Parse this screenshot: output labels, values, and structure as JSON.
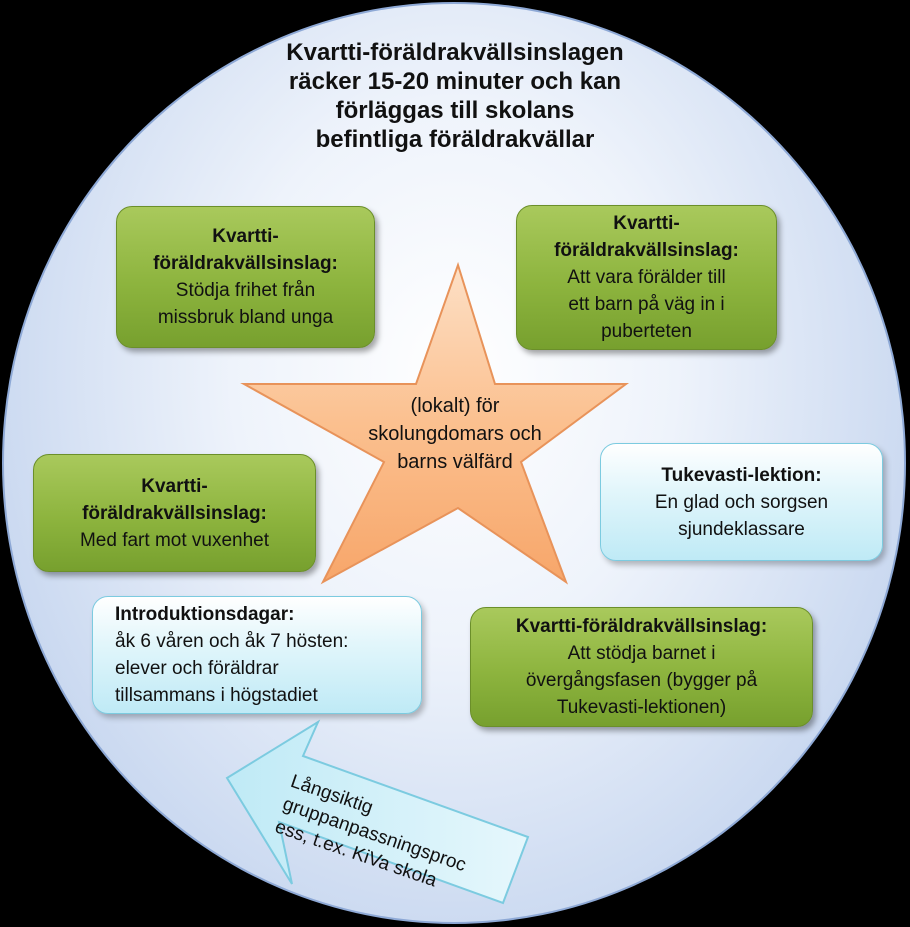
{
  "title": {
    "lines": [
      "Kvartti-föräldrakvällsinslagen",
      "räcker 15-20 minuter och kan",
      "förläggas till skolans",
      "befintliga föräldrakvällar"
    ]
  },
  "center_star": {
    "lines": [
      "(lokalt) för",
      "skolungdomars och",
      "barns välfärd"
    ]
  },
  "boxes": {
    "top_left": {
      "head_lines": [
        "Kvartti-",
        "föräldrakvällsinslag:"
      ],
      "body_lines": [
        "Stödja frihet från",
        "missbruk bland unga"
      ]
    },
    "top_right": {
      "head_lines": [
        "Kvartti-",
        "föräldrakvällsinslag:"
      ],
      "body_lines": [
        "Att vara förälder till",
        "ett barn på väg in i",
        "puberteten"
      ]
    },
    "mid_left": {
      "head_lines": [
        "Kvartti-",
        "föräldrakvällsinslag:"
      ],
      "body_lines": [
        "Med fart mot vuxenhet"
      ]
    },
    "mid_right": {
      "head_lines": [
        "Tukevasti-lektion:"
      ],
      "body_lines": [
        "En glad och sorgsen",
        "sjundeklassare"
      ]
    },
    "bottom_left": {
      "head_lines": [
        "Introduktionsdagar:"
      ],
      "body_lines": [
        "åk 6 våren och åk 7 hösten:",
        "elever och föräldrar",
        "tillsammans i högstadiet"
      ]
    },
    "bottom_right": {
      "head_lines": [
        "Kvartti-föräldrakvällsinslag:"
      ],
      "body_lines": [
        "Att stödja barnet i",
        "övergångsfasen (bygger på",
        "Tukevasti-lektionen)"
      ]
    }
  },
  "arrow": {
    "lines": [
      "Långsiktig",
      "gruppanpassningsproc",
      "ess, t.ex. KiVa skola"
    ]
  },
  "colors": {
    "green_box": "#8db43e",
    "blue_box": "#bfeaf6",
    "star_fill": "#fbc08f",
    "circle_fill": "#c9d8f0",
    "background": "#000000"
  }
}
